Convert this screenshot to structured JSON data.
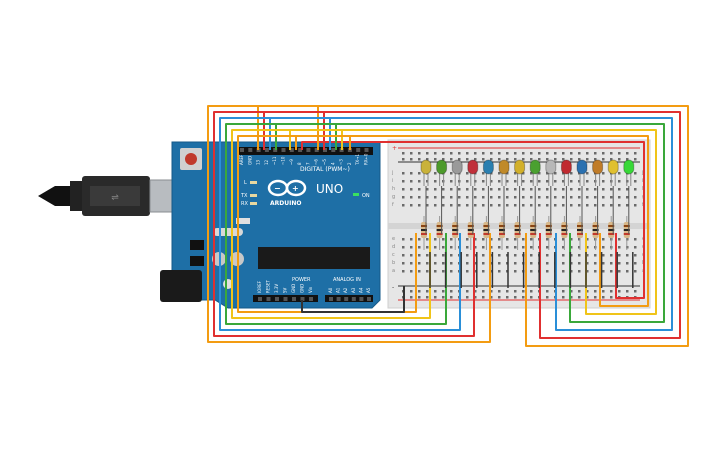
{
  "arduino": {
    "logo_text": "ARDUINO",
    "model_label": "UNO",
    "digital_header_label": "DIGITAL (PWM~)",
    "analog_header_label": "ANALOG IN",
    "power_header_label": "POWER",
    "on_label": "ON",
    "tx_label": "TX",
    "rx_label": "RX",
    "l_label": "L",
    "digital_pin_labels": [
      "AREF",
      "GND",
      "13",
      "12",
      "~11",
      "~10",
      "~9",
      "8",
      "7",
      "~6",
      "~5",
      "4",
      "~3",
      "2",
      "TX→1",
      "RX←0"
    ],
    "power_pin_labels": [
      "IOREF",
      "RESET",
      "3.3V",
      "5V",
      "GND",
      "GND",
      "Vin"
    ],
    "analog_pin_labels": [
      "A0",
      "A1",
      "A2",
      "A3",
      "A4",
      "A5"
    ]
  },
  "breadboard": {
    "row_letters_top": [
      "j",
      "i",
      "h",
      "g",
      "f"
    ],
    "row_letters_bottom": [
      "e",
      "d",
      "c",
      "b",
      "a"
    ],
    "rail_plus": "+",
    "rail_minus": "-"
  },
  "leds": [
    {
      "color": "#c9b23a"
    },
    {
      "color": "#4c9a2a"
    },
    {
      "color": "#9a9a9a"
    },
    {
      "color": "#c0303a"
    },
    {
      "color": "#2a7fb0"
    },
    {
      "color": "#c08a2a"
    },
    {
      "color": "#d2b02a"
    },
    {
      "color": "#4aa030"
    },
    {
      "color": "#b8b8b8"
    },
    {
      "color": "#c02a30"
    },
    {
      "color": "#2a70b0"
    },
    {
      "color": "#c07c28"
    },
    {
      "color": "#e0c030"
    },
    {
      "color": "#38d838"
    }
  ],
  "colors": {
    "board": "#1e6fa6",
    "wire_orange": "#f39c12",
    "wire_red": "#e03030",
    "wire_blue": "#2a8fd8",
    "wire_green": "#3aa83a",
    "wire_yellow": "#f0c419",
    "wire_black": "#333333"
  }
}
